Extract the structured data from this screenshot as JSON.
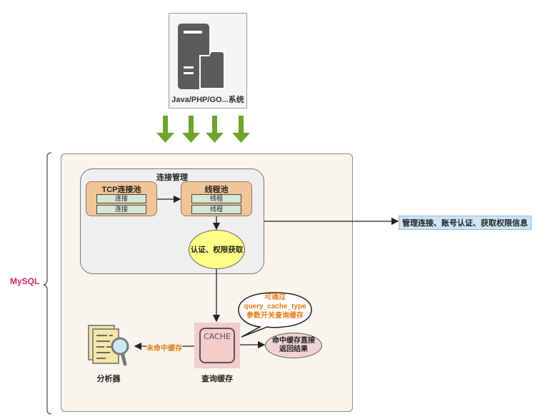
{
  "client": {
    "label": "Java/PHP/GO...系统",
    "icon": "server-folder-icon",
    "arrow_count": 4,
    "arrow_color": "#6fa32b"
  },
  "mysql": {
    "label": "MySQL",
    "label_color": "#d6246e",
    "panel_color": "#f7f5ed"
  },
  "connection_mgmt": {
    "title": "连接管理",
    "tcp_pool": {
      "title": "TCP连接池",
      "items": [
        "连接",
        "连接"
      ]
    },
    "thread_pool": {
      "title": "线程池",
      "items": [
        "线程",
        "线程"
      ]
    },
    "auth": "认证、权限获取",
    "colors": {
      "pool_fill": "#f3c497",
      "item_fill": "#d5e8d4",
      "auth_fill": "#ffff88"
    }
  },
  "side_note": {
    "text": "管理连接、账号认证、获取权限信息",
    "fill": "#cce5f7"
  },
  "cache": {
    "box_label": "CACHE",
    "caption": "查询缓存",
    "fill": "#f4cccc",
    "callout_lines": [
      "可通过",
      "query_cache_type",
      "参数开关查询缓存"
    ],
    "callout_color": "#e07b16",
    "miss_label": "未命中缓存",
    "hit_result": [
      "命中缓存直接",
      "返回结果"
    ],
    "hit_fill": "#f2d3d3"
  },
  "analyzer": {
    "label": "分析器",
    "icon": "document-search-icon"
  }
}
